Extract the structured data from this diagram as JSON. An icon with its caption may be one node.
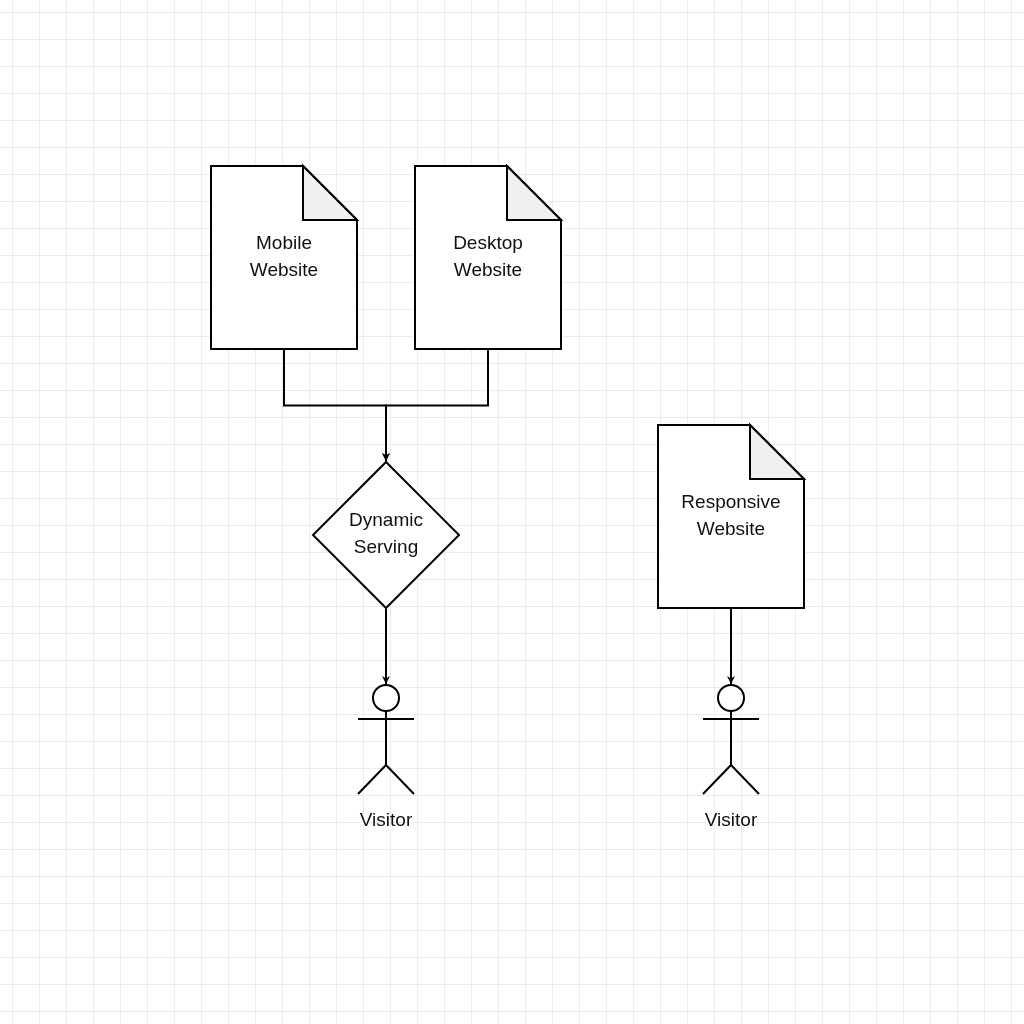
{
  "diagram": {
    "nodes": [
      {
        "text": [
          "Mobile Website"
        ]
      },
      {
        "text": [
          "Desktop Website"
        ]
      },
      {
        "text": [
          "Dynamic Serving"
        ]
      },
      {
        "text": [
          "Visitor"
        ]
      },
      {
        "text": [
          "Responsive Website"
        ]
      },
      {
        "text": [
          "Visitor"
        ]
      }
    ],
    "edges": [
      {
        "from": 0,
        "to": 2,
        "arrow": "to"
      },
      {
        "from": 1,
        "to": 2,
        "arrow": "to"
      },
      {
        "from": 2,
        "to": 3,
        "arrow": "to"
      },
      {
        "from": 4,
        "to": 5,
        "arrow": "to"
      }
    ]
  }
}
